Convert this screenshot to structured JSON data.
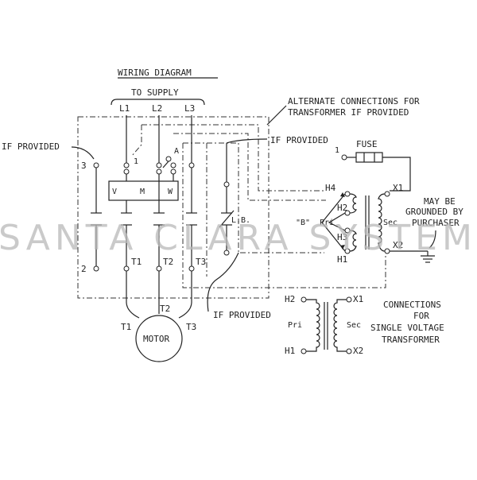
{
  "diagram": {
    "title": "WIRING DIAGRAM",
    "supply_label": "TO SUPPLY",
    "lines": [
      "L1",
      "L2",
      "L3"
    ],
    "alternate_note_line1": "ALTERNATE CONNECTIONS FOR",
    "alternate_note_line2": "TRANSFORMER IF PROVIDED",
    "if_provided_left": "IF PROVIDED",
    "if_provided_top": "IF PROVIDED",
    "if_provided_bottom": "IF PROVIDED",
    "terminal_3": "3",
    "terminal_2": "2",
    "terminal_1_inner": "1",
    "terminal_a": "A",
    "contactor": {
      "v": "V",
      "m": "M",
      "w": "W"
    },
    "load_terminals": [
      "T1",
      "T2",
      "T3"
    ],
    "motor": {
      "label": "MOTOR",
      "leads": [
        "T1",
        "T2",
        "T3"
      ]
    },
    "limit_label": "L.B.",
    "fuse_label": "FUSE",
    "fuse_terminal": "1",
    "transformer": {
      "h4": "H4",
      "h2": "H2",
      "h3": "H3",
      "h1": "H1",
      "x1": "X1",
      "x2": "X2",
      "b_label": "\"B\"",
      "pri": "Pri",
      "sec": "Sec"
    },
    "ground_note": [
      "MAY BE",
      "GROUNDED BY",
      "PURCHASER"
    ],
    "single_transformer": {
      "h2": "H2",
      "h1": "H1",
      "x1": "X1",
      "x2": "X2",
      "pri": "Pri",
      "sec": "Sec"
    },
    "single_note": [
      "CONNECTIONS",
      "FOR",
      "SINGLE VOLTAGE",
      "TRANSFORMER"
    ]
  },
  "watermark": "SANTA CLARA SYSTEMS"
}
